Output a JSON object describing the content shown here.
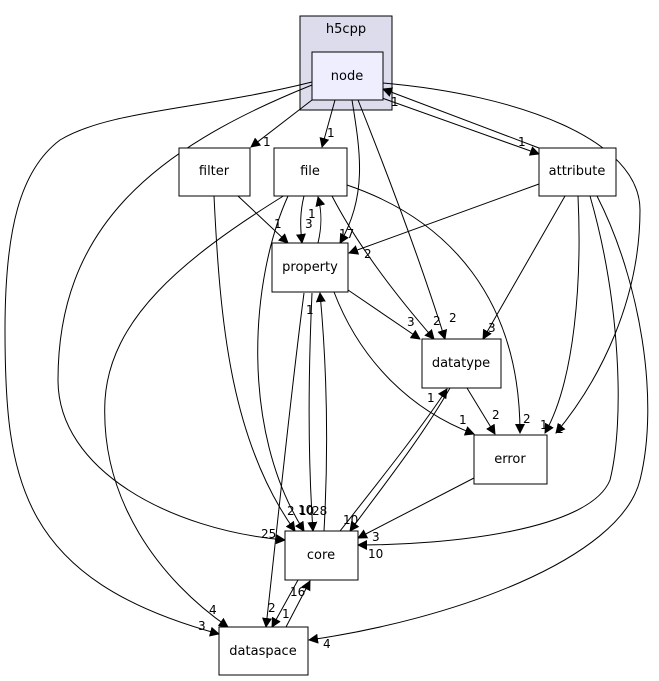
{
  "cluster": {
    "title": "h5cpp",
    "fill": "#dcdcec",
    "inner_fill": "#eeeeff"
  },
  "nodes": {
    "node": "node",
    "filter": "filter",
    "file": "file",
    "attribute": "attribute",
    "property": "property",
    "datatype": "datatype",
    "error": "error",
    "core": "core",
    "dataspace": "dataspace"
  },
  "edge_labels": {
    "node_filter": "1",
    "node_file": "1",
    "node_attribute": "1",
    "attribute_node": "1",
    "node_property": "17",
    "node_datatype": "2",
    "node_error": "1",
    "node_core": "10",
    "node_dataspace": "3",
    "filter_property": "1",
    "filter_core": "2",
    "file_property": "3",
    "property_file": "1",
    "file_datatype": "2",
    "file_error": "2",
    "file_core": "10",
    "file_dataspace": "4",
    "attribute_property": "2",
    "attribute_datatype": "3",
    "attribute_error": "1",
    "attribute_core": "10",
    "attribute_dataspace": "4",
    "property_datatype": "3",
    "property_error": "1",
    "property_core": "28",
    "core_property": "1",
    "property_dataspace": "2",
    "datatype_error": "2",
    "datatype_core": "10",
    "core_datatype": "1",
    "error_core": "3",
    "core_dataspace": "1",
    "dataspace_core": "16",
    "core_label_25": "25"
  }
}
